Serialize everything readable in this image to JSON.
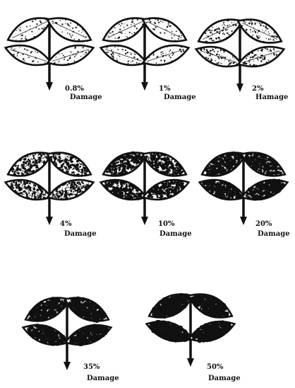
{
  "plants": [
    {
      "id": "p1",
      "percent": "0.8%",
      "label": "Damage",
      "density": 0.04
    },
    {
      "id": "p2",
      "percent": "1%",
      "label": "Damage",
      "density": 0.06
    },
    {
      "id": "p3",
      "percent": "2%",
      "label": "Hamage",
      "density": 0.12
    },
    {
      "id": "p4",
      "percent": "4%",
      "label": "Damage",
      "density": 0.35
    },
    {
      "id": "p5",
      "percent": "10%",
      "label": "Damage",
      "density": 0.55
    },
    {
      "id": "p6",
      "percent": "20%",
      "label": "Damage",
      "density": 0.7
    },
    {
      "id": "p7",
      "percent": "35%",
      "label": "Damage",
      "density": 0.82
    },
    {
      "id": "p8",
      "percent": "50%",
      "label": "Damage",
      "density": 0.92
    }
  ]
}
